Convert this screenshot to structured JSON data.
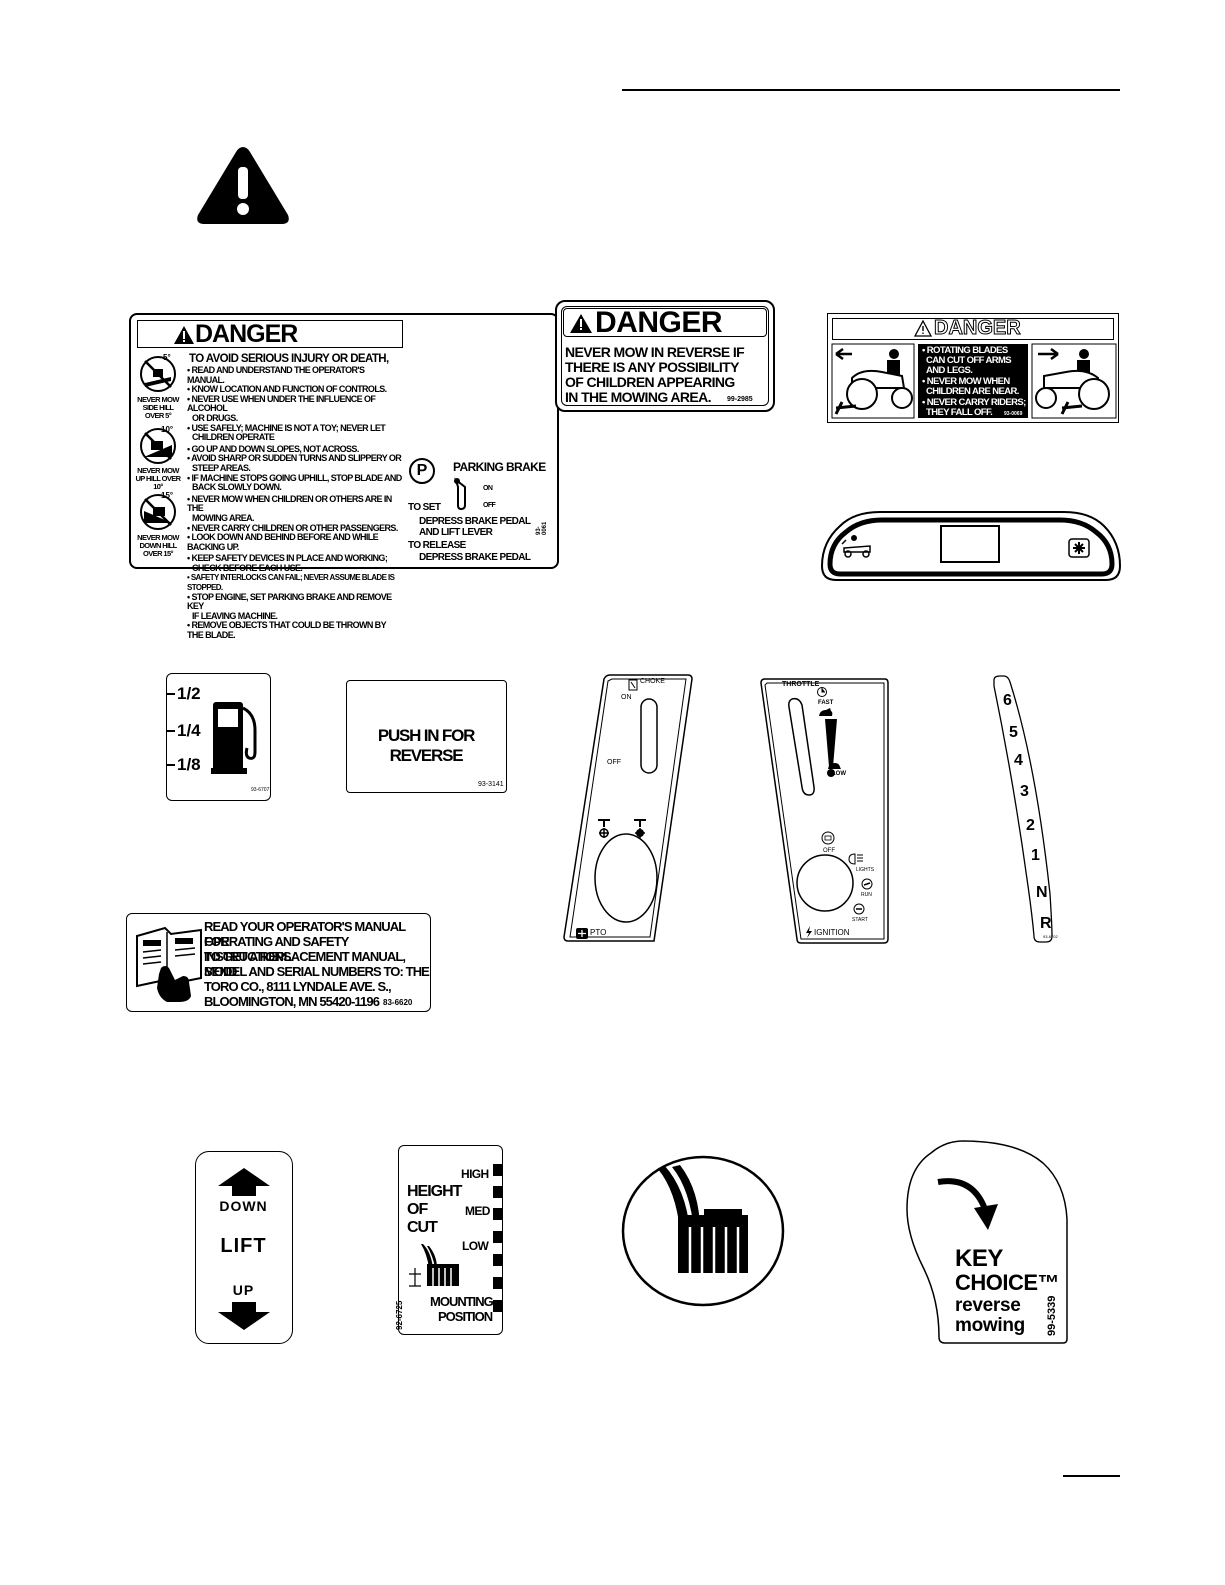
{
  "main_danger": {
    "header": "DANGER",
    "title": "TO AVOID SERIOUS INJURY OR DEATH,",
    "bullets": [
      "• READ AND UNDERSTAND THE OPERATOR'S MANUAL.",
      "• KNOW LOCATION AND FUNCTION OF CONTROLS.",
      "• NEVER USE WHEN UNDER THE INFLUENCE OF ALCOHOL",
      "  OR DRUGS.",
      "• USE SAFELY; MACHINE IS NOT A TOY; NEVER LET",
      "  CHILDREN OPERATE",
      "• GO UP AND DOWN SLOPES, NOT ACROSS.",
      "• AVOID SHARP OR SUDDEN TURNS AND SLIPPERY OR",
      "  STEEP AREAS.",
      "• IF MACHINE STOPS GOING UPHILL, STOP BLADE AND",
      "  BACK SLOWLY DOWN.",
      "• NEVER MOW WHEN CHILDREN OR OTHERS ARE IN THE",
      "  MOWING AREA.",
      "• NEVER CARRY CHILDREN OR OTHER PASSENGERS.",
      "• LOOK DOWN AND BEHIND BEFORE AND WHILE BACKING UP.",
      "• KEEP SAFETY DEVICES IN PLACE AND WORKING;",
      "  CHECK BEFORE EACH USE.",
      "• SAFETY INTERLOCKS CAN FAIL; NEVER ASSUME BLADE IS STOPPED.",
      "• STOP ENGINE, SET PARKING BRAKE AND REMOVE KEY",
      "  IF LEAVING MACHINE.",
      "• REMOVE OBJECTS THAT COULD BE THROWN BY THE BLADE."
    ],
    "slope_captions": [
      "NEVER MOW SIDE HILL OVER 5°",
      "NEVER MOW UP HILL OVER 10°",
      "NEVER MOW DOWN HILL OVER 15°"
    ],
    "slope_degrees": [
      "5°",
      "10°",
      "15°"
    ],
    "parking_brake": "PARKING BRAKE",
    "on": "ON",
    "off": "OFF",
    "to_set": "TO SET",
    "set_instr_1": "DEPRESS BRAKE PEDAL",
    "set_instr_2": "AND LIFT LEVER",
    "to_release": "TO RELEASE",
    "release_instr": "DEPRESS BRAKE PEDAL",
    "part_no": "93-0061",
    "p_symbol": "P"
  },
  "reverse_danger": {
    "header": "DANGER",
    "lines": [
      "NEVER MOW IN REVERSE IF",
      "THERE IS ANY POSSIBILITY",
      "OF CHILDREN APPEARING",
      "IN THE MOWING AREA."
    ],
    "part_no": "99-2985"
  },
  "blades_danger": {
    "header": "DANGER",
    "lines": [
      "• ROTATING BLADES",
      "CAN CUT OFF ARMS",
      "AND LEGS.",
      "• NEVER MOW WHEN",
      "CHILDREN ARE NEAR.",
      "• NEVER CARRY RIDERS;",
      "THEY FALL OFF."
    ],
    "part_no": "93-0069"
  },
  "fuel": {
    "marks": [
      "1/2",
      "1/4",
      "1/8"
    ],
    "part_no": "93-6707"
  },
  "push_reverse": {
    "text": "PUSH IN FOR REVERSE",
    "part_no": "93-3141"
  },
  "choke": {
    "title": "CHOKE",
    "on": "ON",
    "off": "OFF",
    "pto": "PTO"
  },
  "throttle": {
    "title": "THROTTLE",
    "fast": "FAST",
    "slow": "SLOW",
    "off": "OFF",
    "lights": "LIGHTS",
    "run": "RUN",
    "start": "START",
    "ignition": "IGNITION"
  },
  "gears": {
    "items": [
      "6",
      "5",
      "4",
      "3",
      "2",
      "1",
      "N",
      "R"
    ],
    "part_no": "93-6702"
  },
  "manual": {
    "lines": [
      "READ YOUR OPERATOR'S MANUAL FOR",
      "OPERATING AND SAFETY INSTRUCTIONS.",
      "TO GET A REPLACEMENT MANUAL, SEND",
      "MODEL AND SERIAL NUMBERS TO:  THE",
      "TORO CO., 8111 LYNDALE AVE. S.,",
      "BLOOMINGTON, MN 55420-1196"
    ],
    "part_no": "83-6620"
  },
  "lift": {
    "down": "DOWN",
    "lift": "LIFT",
    "up": "UP"
  },
  "height": {
    "title": [
      "HEIGHT",
      "OF",
      "CUT"
    ],
    "high": "HIGH",
    "med": "MED",
    "low": "LOW",
    "mounting": "MOUNTING",
    "position": "POSITION",
    "part_no": "92-6725"
  },
  "key_choice": {
    "lines": [
      "KEY",
      "CHOICE™",
      "reverse",
      "mowing"
    ],
    "part_no": "99-5339"
  }
}
